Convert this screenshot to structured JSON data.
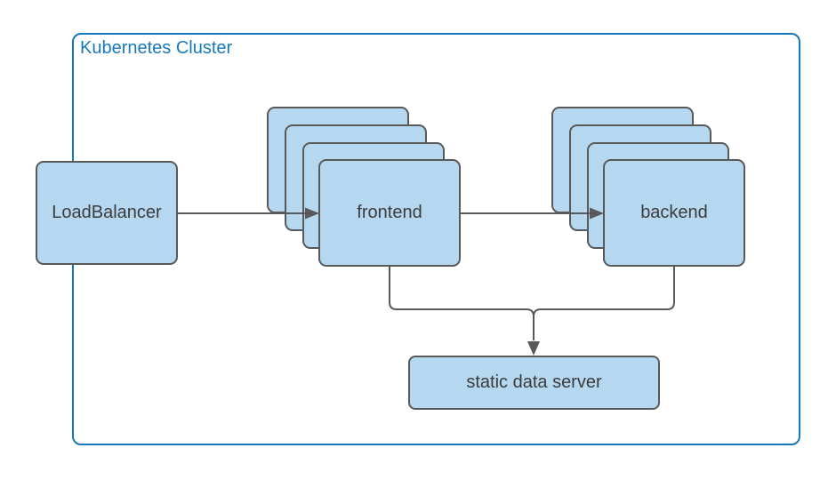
{
  "cluster": {
    "label": "Kubernetes Cluster"
  },
  "nodes": {
    "loadbalancer": {
      "label": "LoadBalancer",
      "replicas": 1
    },
    "frontend": {
      "label": "frontend",
      "replicas": 4
    },
    "backend": {
      "label": "backend",
      "replicas": 4
    },
    "static_data_server": {
      "label": "static data server",
      "replicas": 1
    }
  },
  "edges": [
    {
      "from": "LoadBalancer",
      "to": "frontend",
      "arrow": true
    },
    {
      "from": "frontend",
      "to": "backend",
      "arrow": true
    },
    {
      "from": "frontend",
      "to": "static data server",
      "arrow": true
    },
    {
      "from": "backend",
      "to": "static data server",
      "arrow": true
    }
  ],
  "colors": {
    "node_fill": "#b5d7ef",
    "node_border": "#595959",
    "node_text": "#3c3c3c",
    "cluster_border": "#1779b9",
    "cluster_label": "#1779b9",
    "edge": "#595959",
    "background": "#ffffff"
  }
}
